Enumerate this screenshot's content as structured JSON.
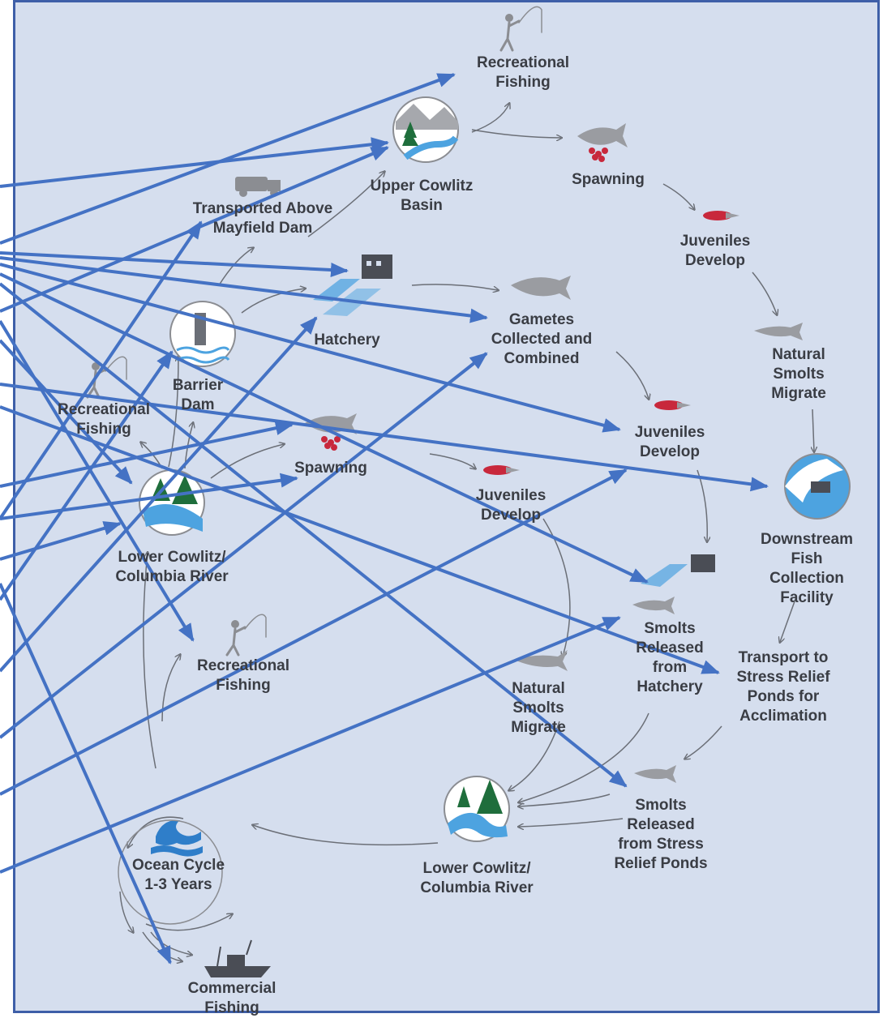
{
  "diagram": {
    "labels": {
      "rec_fishing_top": "Recreational\nFishing",
      "upper_cowlitz": "Upper Cowlitz\nBasin",
      "spawning_top": "Spawning",
      "juveniles_top": "Juveniles\nDevelop",
      "natural_smolts_top": "Natural\nSmolts\nMigrate",
      "transported": "Transported Above\nMayfield Dam",
      "hatchery": "Hatchery",
      "gametes": "Gametes\nCollected and\nCombined",
      "juveniles_mid": "Juveniles\nDevelop",
      "barrier_dam": "Barrier\nDam",
      "rec_fishing_left": "Recreational\nFishing",
      "spawning_mid": "Spawning",
      "juveniles_low": "Juveniles\nDevelop",
      "lower_cowlitz_upper": "Lower Cowlitz/\nColumbia River",
      "downstream": "Downstream\nFish Collection\nFacility",
      "smolts_hatchery": "Smolts\nReleased\nfrom\nHatchery",
      "transport_stress": "Transport to\nStress Relief\nPonds for\nAcclimation",
      "rec_fishing_mid": "Recreational\nFishing",
      "natural_smolts_low": "Natural\nSmolts\nMigrate",
      "smolts_stress": "Smolts\nReleased\nfrom Stress\nRelief Ponds",
      "lower_cowlitz_lower": "Lower Cowlitz/\nColumbia River",
      "ocean": "Ocean Cycle\n1-3 Years",
      "commercial": "Commercial\nFishing"
    },
    "colors": {
      "background": "#d5deee",
      "border": "#3e5fa8",
      "pointer_arrow": "#4472c4",
      "flow_arrow": "#6b6f77",
      "label_text": "#3a3d44"
    },
    "icons": [
      "fisherman-icon",
      "river-basin-icon",
      "salmon-icon",
      "eggs-icon",
      "juvenile-fish-icon",
      "smolt-icon",
      "truck-icon",
      "hatchery-building-icon",
      "dam-icon",
      "collection-facility-icon",
      "ocean-wave-icon",
      "fishing-boat-icon"
    ]
  }
}
